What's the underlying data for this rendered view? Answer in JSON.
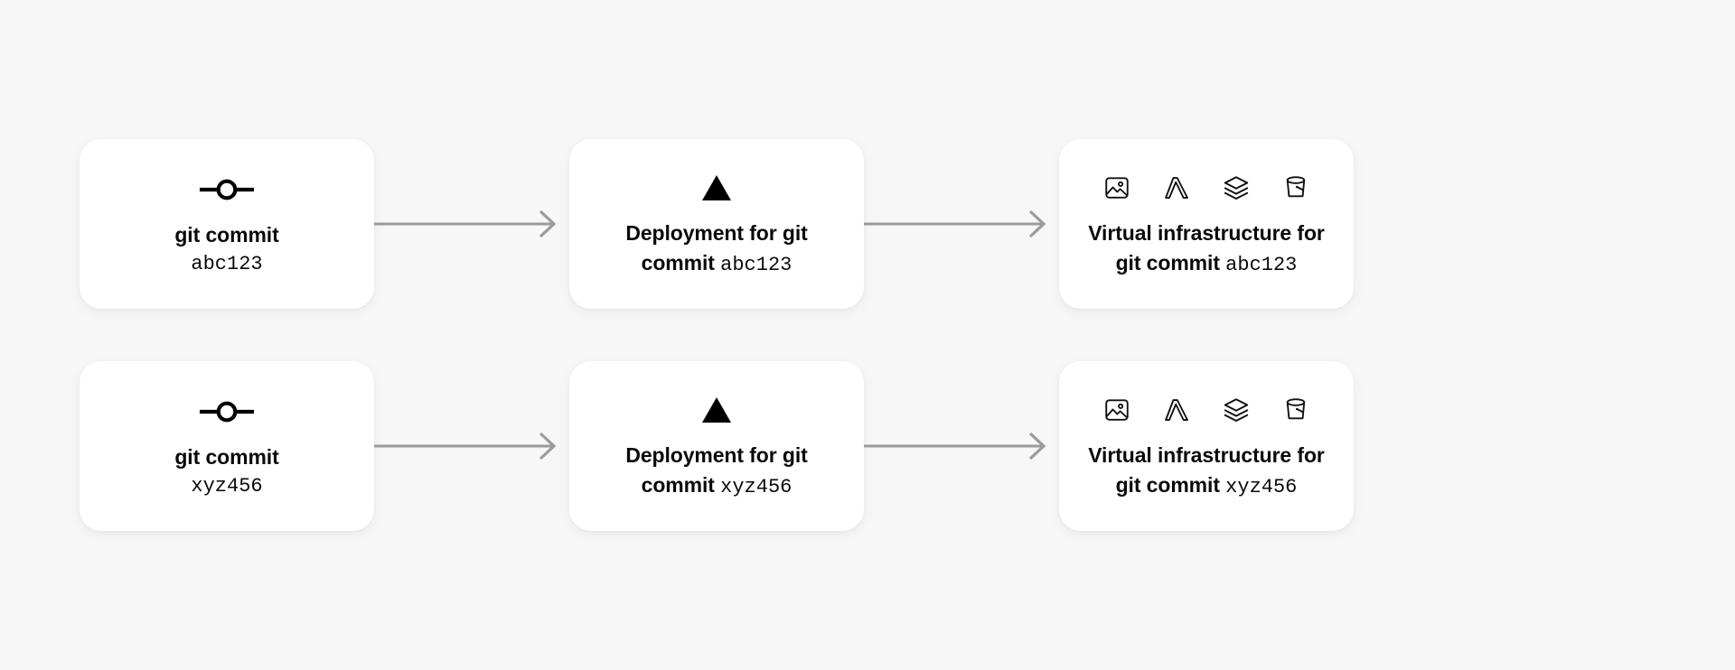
{
  "background_color": "#f7f7f7",
  "card_color": "#ffffff",
  "arrow_color": "#9b9b9b",
  "text_color": "#0a0a0a",
  "rows": [
    {
      "commit_hash": "abc123",
      "stages": {
        "commit": {
          "icon": "git-commit-icon",
          "label_strong": "git commit",
          "label_mono": "abc123"
        },
        "deployment": {
          "icon": "vercel-triangle-icon",
          "label_strong": "Deployment for git commit",
          "label_mono": "abc123"
        },
        "infrastructure": {
          "icons": [
            "image-icon",
            "lambda-icon",
            "layers-icon",
            "bucket-icon"
          ],
          "label_strong": "Virtual infrastructure for git commit",
          "label_mono": "abc123"
        }
      }
    },
    {
      "commit_hash": "xyz456",
      "stages": {
        "commit": {
          "icon": "git-commit-icon",
          "label_strong": "git commit",
          "label_mono": "xyz456"
        },
        "deployment": {
          "icon": "vercel-triangle-icon",
          "label_strong": "Deployment for git commit",
          "label_mono": "xyz456"
        },
        "infrastructure": {
          "icons": [
            "image-icon",
            "lambda-icon",
            "layers-icon",
            "bucket-icon"
          ],
          "label_strong": "Virtual infrastructure for git commit",
          "label_mono": "xyz456"
        }
      }
    }
  ]
}
